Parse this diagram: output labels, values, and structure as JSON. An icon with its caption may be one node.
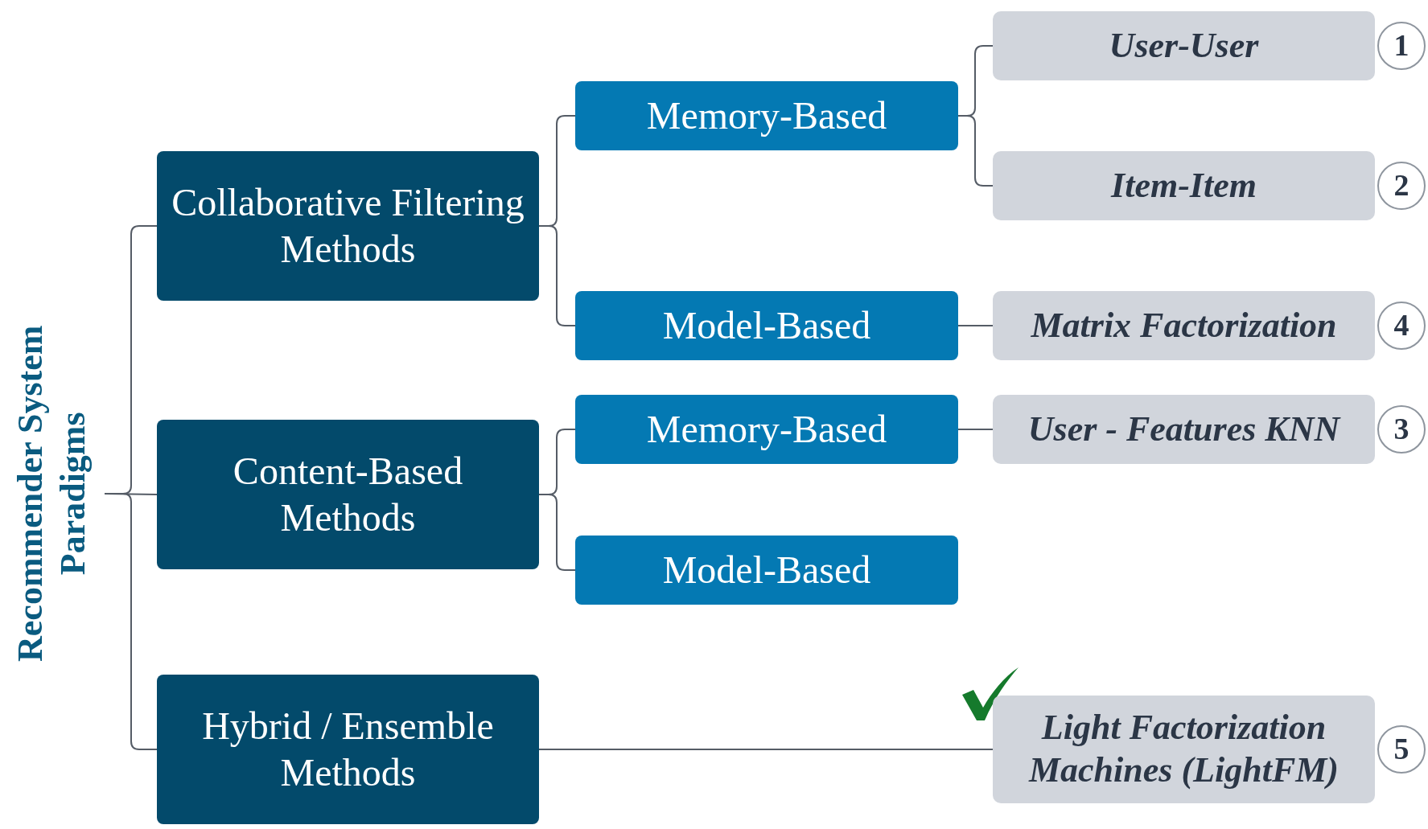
{
  "diagram": {
    "nodes": [
      {
        "text": [
          "Recommender System Paradigms"
        ]
      },
      {
        "text": [
          "Collaborative Filtering Methods"
        ]
      },
      {
        "text": [
          "Memory-Based"
        ]
      },
      {
        "text": [
          "User-User"
        ]
      },
      {
        "text": [
          "1"
        ]
      },
      {
        "text": [
          "Item-Item"
        ]
      },
      {
        "text": [
          "2"
        ]
      },
      {
        "text": [
          "Model-Based"
        ]
      },
      {
        "text": [
          "Matrix Factorization"
        ]
      },
      {
        "text": [
          "4"
        ]
      },
      {
        "text": [
          "Content-Based Methods"
        ]
      },
      {
        "text": [
          "Memory-Based"
        ]
      },
      {
        "text": [
          "User - Features KNN"
        ]
      },
      {
        "text": [
          "3"
        ]
      },
      {
        "text": [
          "Model-Based"
        ]
      },
      {
        "text": [
          "Hybrid / Ensemble Methods"
        ]
      },
      {
        "text": [
          "Light Factorization Machines (LightFM)"
        ]
      },
      {
        "text": [
          "5"
        ]
      }
    ],
    "edges": [
      {
        "from": 0,
        "to": 1,
        "arrow": "none"
      },
      {
        "from": 0,
        "to": 10,
        "arrow": "none"
      },
      {
        "from": 0,
        "to": 15,
        "arrow": "none"
      },
      {
        "from": 1,
        "to": 2,
        "arrow": "none"
      },
      {
        "from": 1,
        "to": 7,
        "arrow": "none"
      },
      {
        "from": 2,
        "to": 3,
        "arrow": "none"
      },
      {
        "from": 2,
        "to": 5,
        "arrow": "none"
      },
      {
        "from": 7,
        "to": 8,
        "arrow": "none"
      },
      {
        "from": 10,
        "to": 11,
        "arrow": "none"
      },
      {
        "from": 10,
        "to": 14,
        "arrow": "none"
      },
      {
        "from": 11,
        "to": 12,
        "arrow": "none"
      },
      {
        "from": 15,
        "to": 16,
        "arrow": "none"
      }
    ]
  }
}
